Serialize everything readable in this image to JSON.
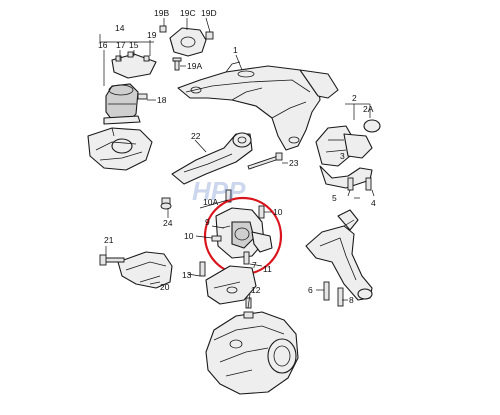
{
  "callouts": {
    "c1": "1",
    "c2": "2",
    "c2a": "2A",
    "c3": "3",
    "c4": "4",
    "c5": "5",
    "c6": "6",
    "c7": "7",
    "c8": "8",
    "c9": "9",
    "c10": "10",
    "c10a": "10A",
    "c11": "11",
    "c12": "12",
    "c13": "13",
    "c14": "14",
    "c15": "15",
    "c16": "16",
    "c17": "17",
    "c18": "18",
    "c19": "19",
    "c19a": "19A",
    "c19b": "19B",
    "c19c": "19C",
    "c19d": "19D",
    "c20": "20",
    "c21": "21",
    "c22": "22",
    "c23": "23",
    "c24": "24",
    "c10r": "10"
  },
  "highlight_color": "#d9141c",
  "watermark_text": "HPP"
}
